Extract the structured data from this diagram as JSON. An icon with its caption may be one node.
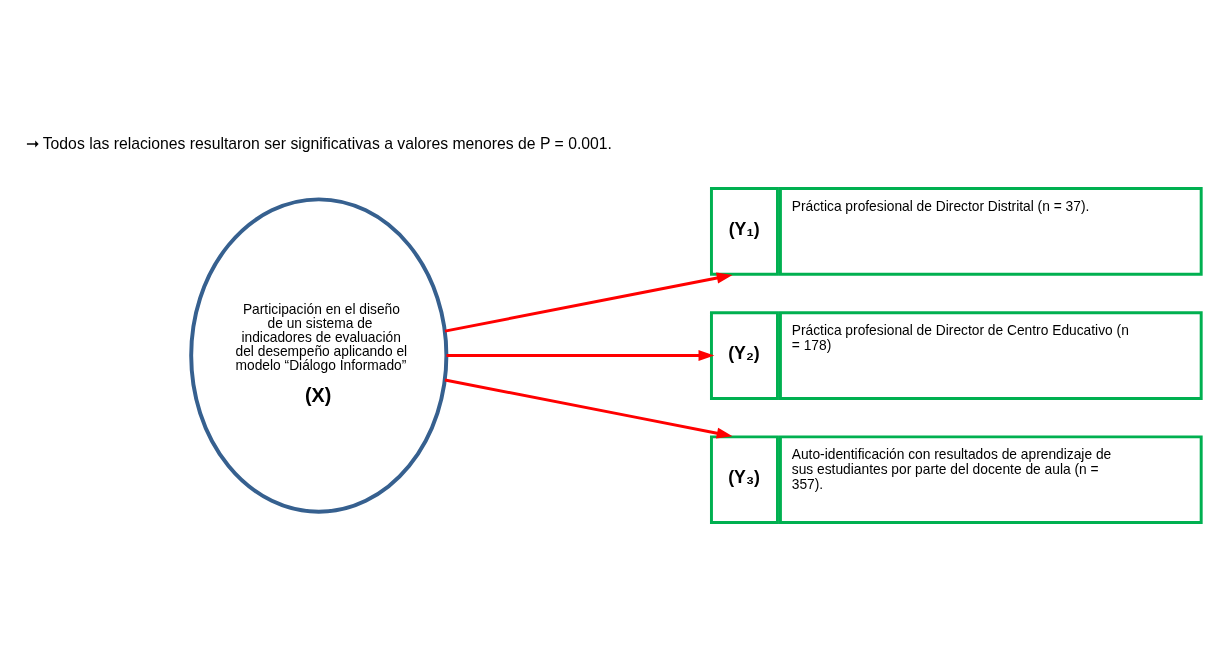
{
  "diagram": {
    "nodes": [
      {
        "text": [
          "Participación en el diseño de un sistema de indicadores de evaluación del desempeño aplicando el modelo “Diálogo Informado”",
          "(X)"
        ]
      },
      {
        "text": [
          "(Y₁)",
          "Práctica profesional de Director Distrital (n = 37)."
        ]
      },
      {
        "text": [
          "(Y₂)",
          "Práctica profesional de Director de Centro Educativo (n = 178)"
        ]
      },
      {
        "text": [
          "(Y₃)",
          "Auto-identificación con resultados de aprendizaje de sus estudiantes por parte del docente de aula (n = 357)."
        ]
      }
    ],
    "edges": [
      {
        "from": 0,
        "to": 1,
        "arrow": "to"
      },
      {
        "from": 0,
        "to": 2,
        "arrow": "to"
      },
      {
        "from": 0,
        "to": 3,
        "arrow": "to"
      }
    ],
    "labels": [
      "➞ Todos las relaciones resultaron ser significativas a valores menores de P = 0.001."
    ]
  }
}
